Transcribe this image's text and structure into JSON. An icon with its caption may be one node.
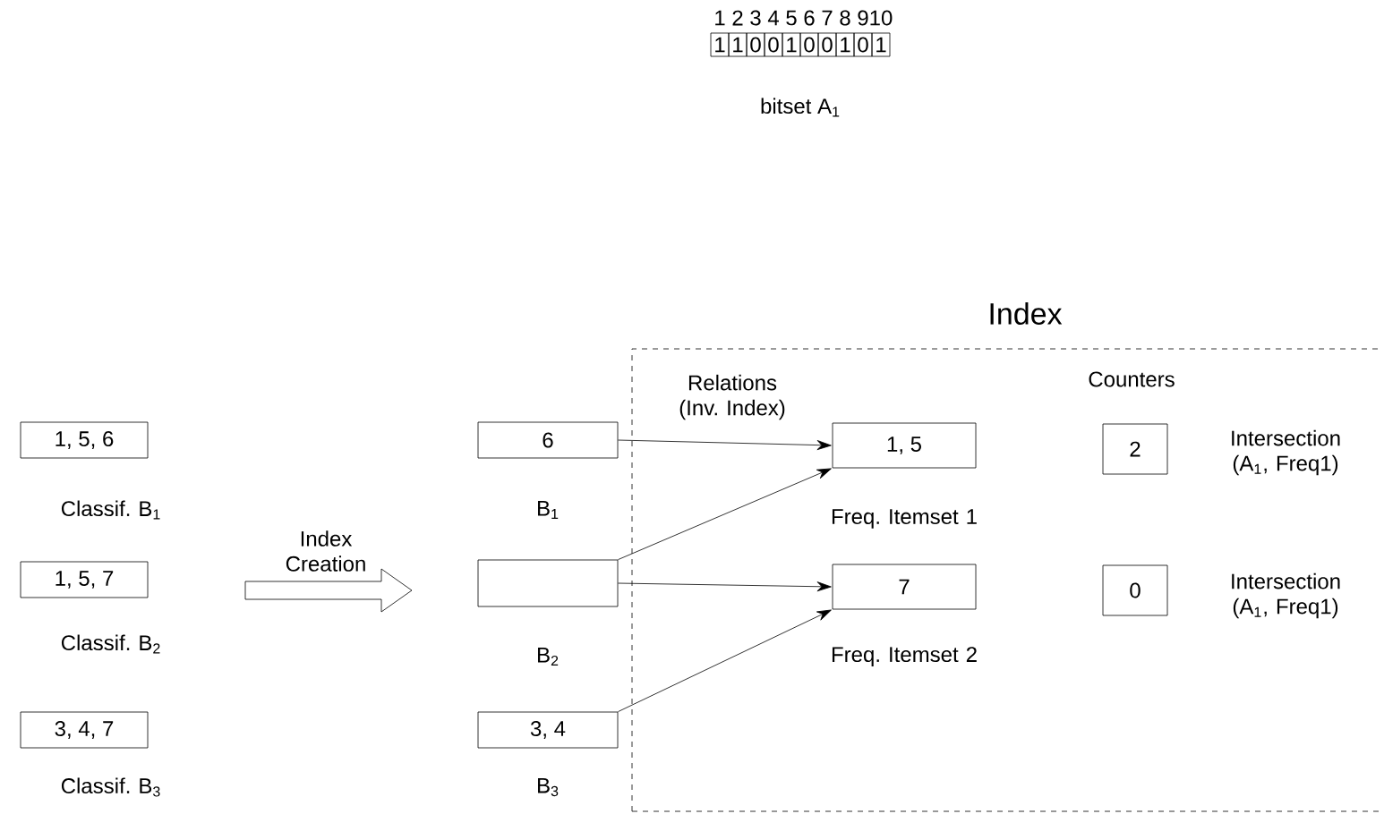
{
  "diagram": {
    "nodes": [
      {
        "text": [
          "Index"
        ]
      },
      {
        "text": [
          "1, 5, 6"
        ],
        "beside": [
          "Classif. B$_{1}$"
        ]
      },
      {
        "text": [
          "1, 5, 7"
        ],
        "beside": [
          "Classif. B$_{2}$"
        ]
      },
      {
        "text": [
          "3, 4, 7"
        ],
        "beside": [
          "Classif. B$_{3}$"
        ]
      },
      {
        "text": [
          "6"
        ],
        "beside": [
          "B$_{1}$"
        ]
      },
      {
        "text": [],
        "shape": "box",
        "beside": [
          "B$_{2}$"
        ]
      },
      {
        "text": [
          "3, 4"
        ],
        "beside": [
          "B$_{3}$"
        ]
      },
      {
        "text": [
          "1, 5"
        ],
        "in": 0,
        "beside": [
          "Freq. Itemset 1"
        ]
      },
      {
        "text": [
          "7"
        ],
        "in": 0,
        "beside": [
          "Freq. Itemset 2"
        ]
      },
      {
        "text": [
          "2"
        ],
        "in": 0,
        "beside": [
          "Intersection (A$_{1}$, Freq1)"
        ]
      },
      {
        "text": [
          "0"
        ],
        "in": 0,
        "beside": [
          "Intersection (A$_{1}$, Freq1)"
        ]
      }
    ],
    "edges": [
      {
        "from": 4,
        "to": 7,
        "arrow": "to"
      },
      {
        "from": 5,
        "to": 7,
        "arrow": "to"
      },
      {
        "from": 5,
        "to": 8,
        "arrow": "to"
      },
      {
        "from": 6,
        "to": 8,
        "arrow": "to"
      }
    ],
    "labels": [
      "1",
      "2",
      "3",
      "4",
      "5",
      "6",
      "7",
      "8",
      "9",
      "10",
      "1",
      "1",
      "0",
      "0",
      "1",
      "0",
      "0",
      "1",
      "0",
      "1",
      "bitset A$_{1}$",
      "Index Creation",
      "Relations (Inv. Index)",
      "Counters"
    ]
  }
}
